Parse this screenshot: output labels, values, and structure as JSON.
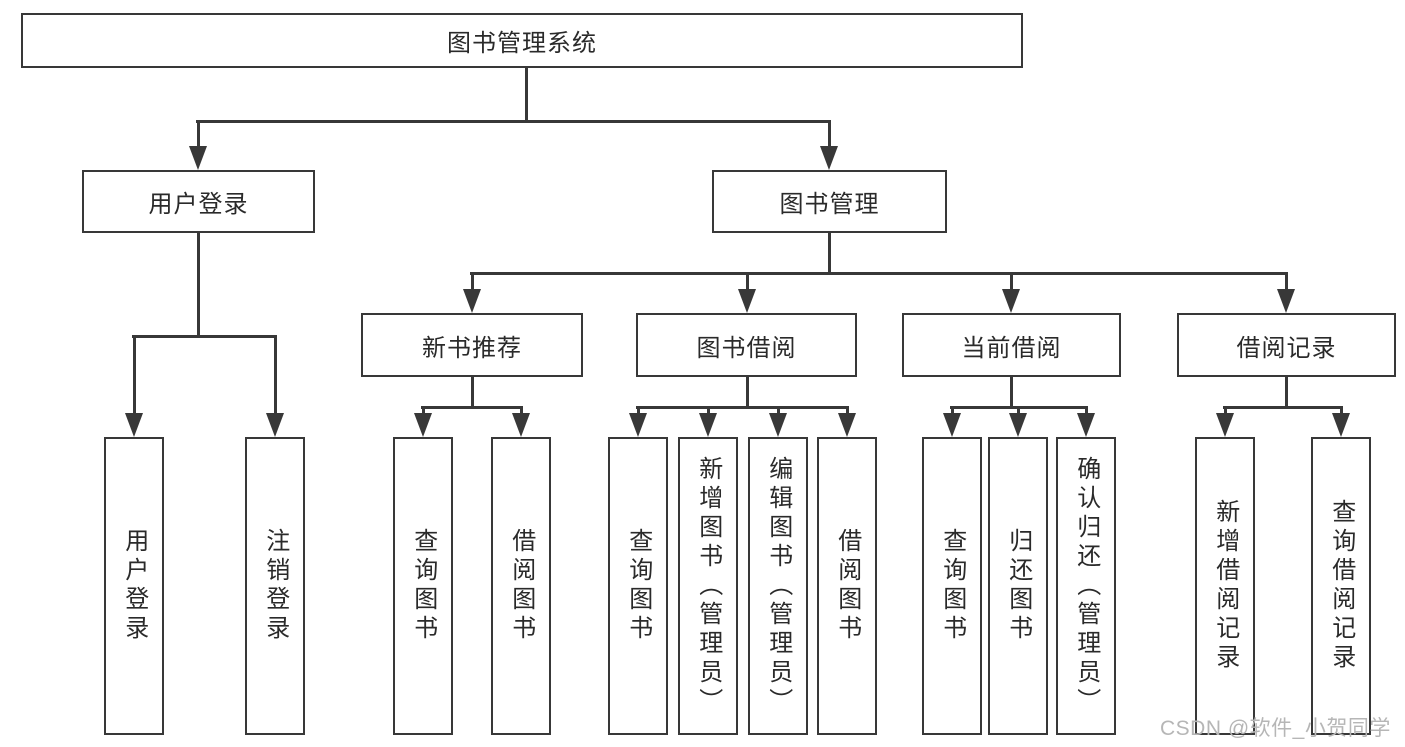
{
  "diagram": {
    "title": "图书管理系统",
    "level2": {
      "user_login": {
        "label": "用户登录"
      },
      "book_mgmt": {
        "label": "图书管理"
      }
    },
    "level3": {
      "new_books": {
        "label": "新书推荐"
      },
      "book_borrow": {
        "label": "图书借阅"
      },
      "current_borrow": {
        "label": "当前借阅"
      },
      "borrow_records": {
        "label": "借阅记录"
      }
    },
    "leaves": {
      "user_login": [
        "用户登录",
        "注销登录"
      ],
      "new_books": [
        "查询图书",
        "借阅图书"
      ],
      "book_borrow": [
        "查询图书",
        "新增图书（管理员）",
        "编辑图书（管理员）",
        "借阅图书"
      ],
      "current_borrow": [
        "查询图书",
        "归还图书",
        "确认归还（管理员）"
      ],
      "borrow_records": [
        "新增借阅记录",
        "查询借阅记录"
      ]
    },
    "watermark": "CSDN @软件_小贺同学",
    "colors": {
      "line": "#383838",
      "text": "#2a2a2a",
      "background": "#ffffff",
      "watermark": "#b6b6b6"
    }
  }
}
